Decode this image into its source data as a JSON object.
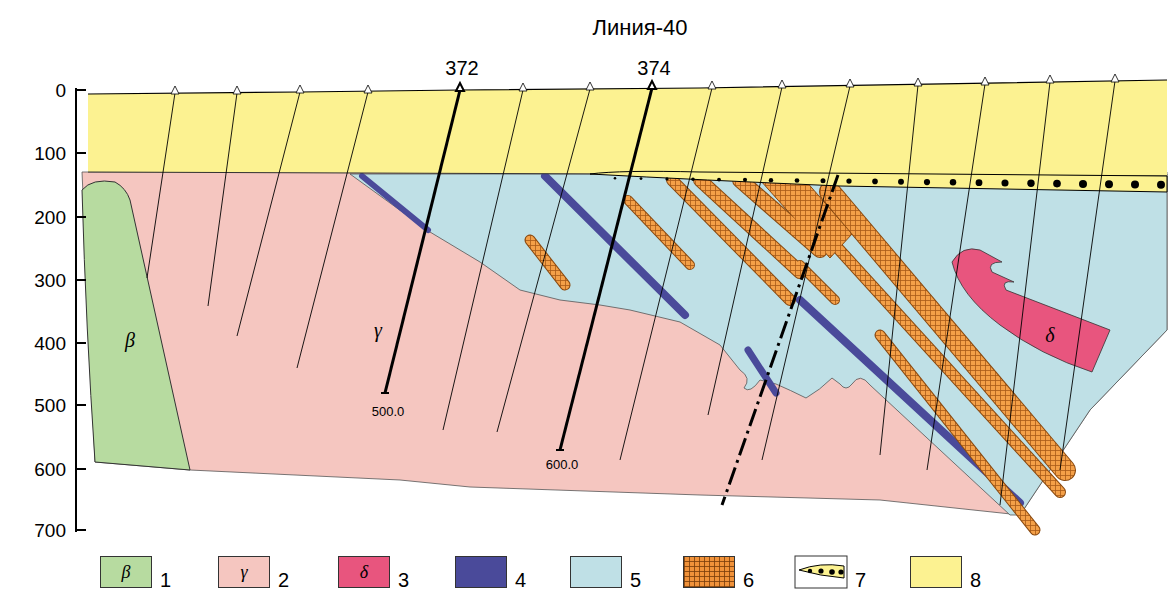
{
  "diagram": {
    "title": "Линия-40",
    "labels": [
      "0",
      "100",
      "200",
      "300",
      "400",
      "500",
      "600",
      "700",
      "372",
      "374",
      "500.0",
      "600.0",
      "β",
      "γ",
      "δ",
      "β",
      "γ",
      "δ"
    ],
    "legend": [
      {
        "text": "1",
        "color": "#b7dba0"
      },
      {
        "text": "2",
        "color": "#f5c6c0"
      },
      {
        "text": "3",
        "color": "#e8557e"
      },
      {
        "text": "4",
        "color": "#4a4a9a"
      },
      {
        "text": "5",
        "color": "#bfe0e6"
      },
      {
        "text": "6",
        "color": "#f0923a"
      },
      {
        "text": "7"
      },
      {
        "text": "8",
        "color": "#fcf291"
      }
    ]
  }
}
